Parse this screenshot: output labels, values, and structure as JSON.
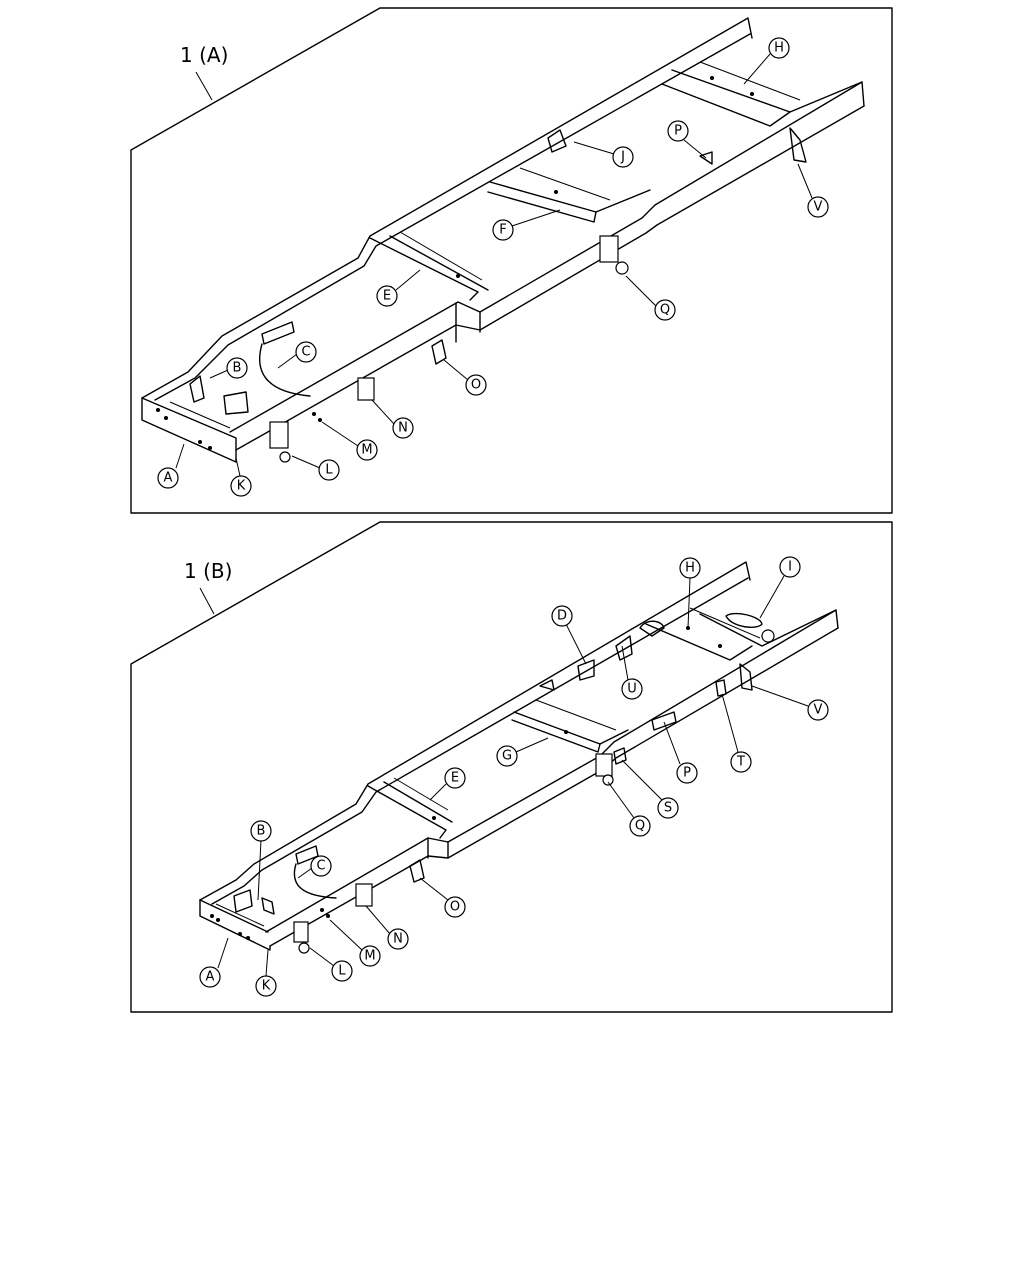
{
  "panels": [
    {
      "title": "1 (A)",
      "callouts": [
        "A",
        "B",
        "C",
        "E",
        "F",
        "H",
        "J",
        "K",
        "L",
        "M",
        "N",
        "O",
        "P",
        "Q",
        "V"
      ]
    },
    {
      "title": "1 (B)",
      "callouts": [
        "A",
        "B",
        "C",
        "D",
        "E",
        "G",
        "H",
        "I",
        "K",
        "L",
        "M",
        "N",
        "O",
        "P",
        "Q",
        "S",
        "T",
        "U",
        "V"
      ]
    }
  ]
}
